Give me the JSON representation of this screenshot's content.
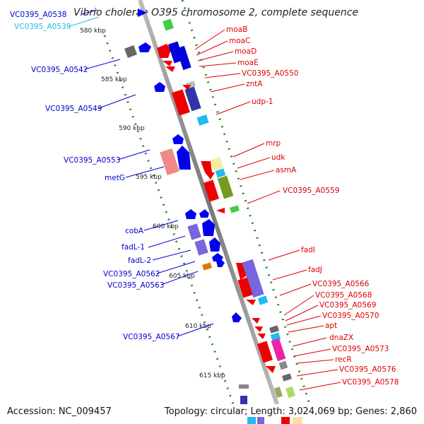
{
  "title": "Vibrio cholerae O395 chromosome 2, complete sequence",
  "footer": {
    "accession": "Accession: NC_009457",
    "summary": "Topology: circular; Length: 3,024,069 bp; Genes: 2,860"
  },
  "scale_labels": [
    "580 kbp",
    "585 kbp",
    "590 kbp",
    "595 kbp",
    "600 kbp",
    "605 kbp",
    "610 kbp",
    "615 kbp"
  ],
  "left_labels": [
    "VC0395_A0538",
    "VC0395_A0539",
    "VC0395_A0542",
    "VC0395_A0549",
    "VC0395_A0553",
    "metG",
    "cobA",
    "fadL-1",
    "fadL-2",
    "VC0395_A0562",
    "VC0395_A0563",
    "VC0395_A0567"
  ],
  "right_labels": [
    "moaB",
    "moaC",
    "moaD",
    "moaE",
    "VC0395_A0550",
    "zntA",
    "udp-1",
    "mrp",
    "udk",
    "asmA",
    "VC0395_A0559",
    "fadI",
    "fadJ",
    "VC0395_A0566",
    "VC0395_A0568",
    "VC0395_A0569",
    "VC0395_A0570",
    "apt",
    "dnaZX",
    "VC0395_A0573",
    "recR",
    "VC0395_A0576",
    "VC0395_A0578"
  ],
  "colors": {
    "backbone": "#888888",
    "scale_dots": "#228822",
    "left_label": "#0000cc",
    "right_label": "#dd0000",
    "cyan_label": "#22bbdd"
  }
}
